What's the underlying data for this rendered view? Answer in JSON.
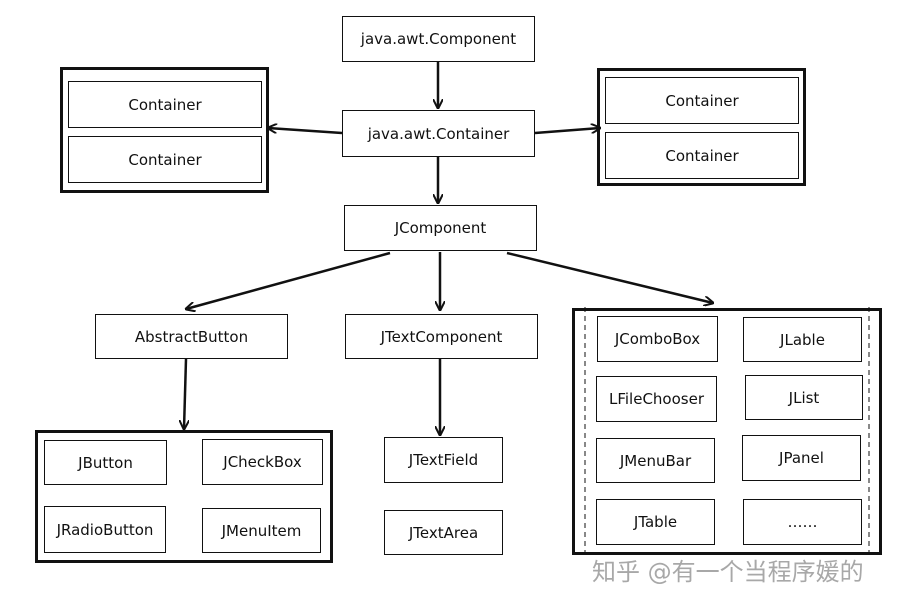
{
  "nodes": {
    "component": "java.awt.Component",
    "container": "java.awt.Container",
    "jcomponent": "JComponent",
    "abstract_button": "AbstractButton",
    "jtext_component": "JTextComponent"
  },
  "left_containers": [
    "Container",
    "Container"
  ],
  "right_containers": [
    "Container",
    "Container"
  ],
  "button_group": [
    "JButton",
    "JCheckBox",
    "JRadioButton",
    "JMenuItem"
  ],
  "text_group": [
    "JTextField",
    "JTextArea"
  ],
  "misc_group": [
    "JComboBox",
    "JLable",
    "LFileChooser",
    "JList",
    "JMenuBar",
    "JPanel",
    "JTable",
    "……"
  ],
  "watermark": "知乎 @有一个当程序媛的"
}
